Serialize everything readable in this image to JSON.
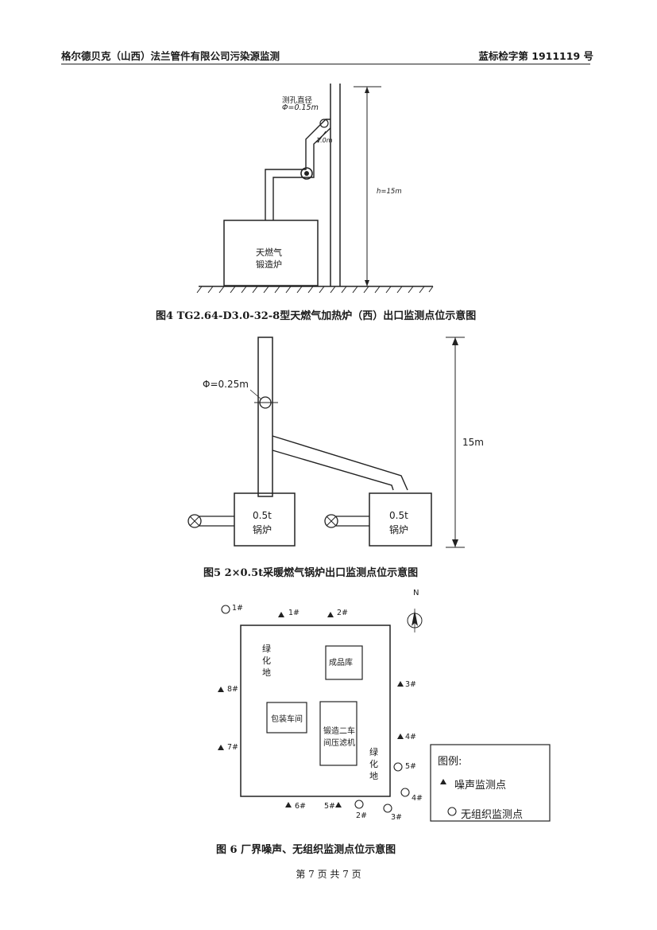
{
  "header": {
    "left": "格尔德贝克（山西）法兰管件有限公司污染源监测",
    "right": "蓝标检字第 1911119 号"
  },
  "fig4": {
    "hole_label": "测孔直径",
    "hole_dia": "Φ=0.15m",
    "dist": "1.0m",
    "height": "h=15m",
    "furnace_line1": "天燃气",
    "furnace_line2": "锻造炉",
    "caption": "图4   TG2.64-D3.0-32-8型天燃气加热炉（西）出口监测点位示意图"
  },
  "fig5": {
    "dia": "Φ=0.25m",
    "height": "15m",
    "boiler_cap": "0.5t",
    "boiler_name": "锅炉",
    "caption": "图5   2×0.5t采暖燃气锅炉出口监测点位示意图"
  },
  "fig6": {
    "north": "N",
    "green1": [
      "绿",
      "化",
      "地"
    ],
    "green2": [
      "绿",
      "化",
      "地"
    ],
    "warehouse": "成品库",
    "packing": "包装车间",
    "forge": [
      "锻造二车",
      "间压滤机"
    ],
    "noise_points": [
      "1#",
      "2#",
      "3#",
      "4#",
      "5#",
      "6#",
      "7#",
      "8#"
    ],
    "unorg_points": [
      "1#",
      "2#",
      "3#",
      "4#",
      "5#"
    ],
    "legend_title": "图例:",
    "legend_noise": "噪声监测点",
    "legend_unorg": "无组织监测点",
    "caption": "图 6   厂界噪声、无组织监测点位示意图"
  },
  "footer": "第  7  页   共  7  页"
}
